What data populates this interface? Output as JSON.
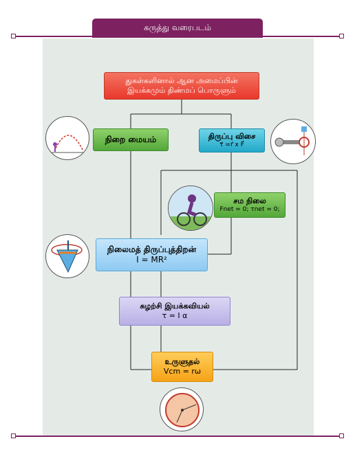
{
  "header": {
    "title": "கருத்து வரைபடம்"
  },
  "nodes": {
    "top": {
      "line1": "துகள்களினால் ஆன அமைப்பின்",
      "line2": "இயக்கமும் திண்மப் பொருளும்"
    },
    "com": {
      "label": "நிறை மையம்"
    },
    "torque": {
      "label": "திருப்பு விசை",
      "formula": "τ⃗ =r⃗ x F⃗"
    },
    "equilibrium": {
      "label": "சம நிலை",
      "formula": "Fnet = 0; τnet = 0;"
    },
    "moi": {
      "label": "நிலைமத் திருப்புத்திறன்",
      "formula": "I = MR²"
    },
    "rotdyn": {
      "label": "சுழற்சி இயக்கவியல்",
      "formula": "τ = I α"
    },
    "rolling": {
      "label": "உருளுதல்",
      "formula": "Vcm = rω"
    }
  },
  "icons": {
    "projectile": "projectile-motion-illustration",
    "wrench": "wrench-torque-illustration",
    "cyclist": "cyclist-balance-illustration",
    "spinning_top": "spinning-top-illustration",
    "rolling_disc": "rolling-disc-illustration"
  },
  "colors": {
    "accent": "#7d2160",
    "panel": "#e4ebe7"
  }
}
